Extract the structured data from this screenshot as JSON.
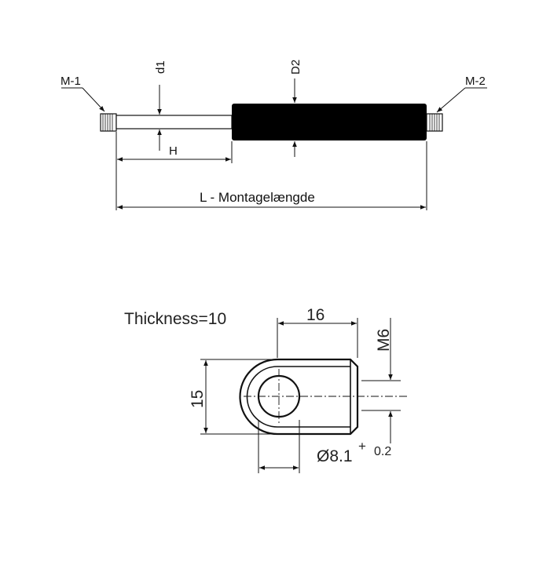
{
  "gas_spring": {
    "label_m1": "M-1",
    "label_m2": "M-2",
    "label_d1": "d1",
    "label_d2": "D2",
    "label_h": "H",
    "label_l": "L - Montagelængde"
  },
  "eyelet": {
    "thickness": "Thickness=10",
    "dim_16": "16",
    "dim_m6": "M6",
    "dim_15": "15",
    "dim_bore": "Ø8.1",
    "tol_plus": "+",
    "tol_val": "0.2"
  },
  "colors": {
    "ink": "#111111",
    "body": "#000000"
  }
}
